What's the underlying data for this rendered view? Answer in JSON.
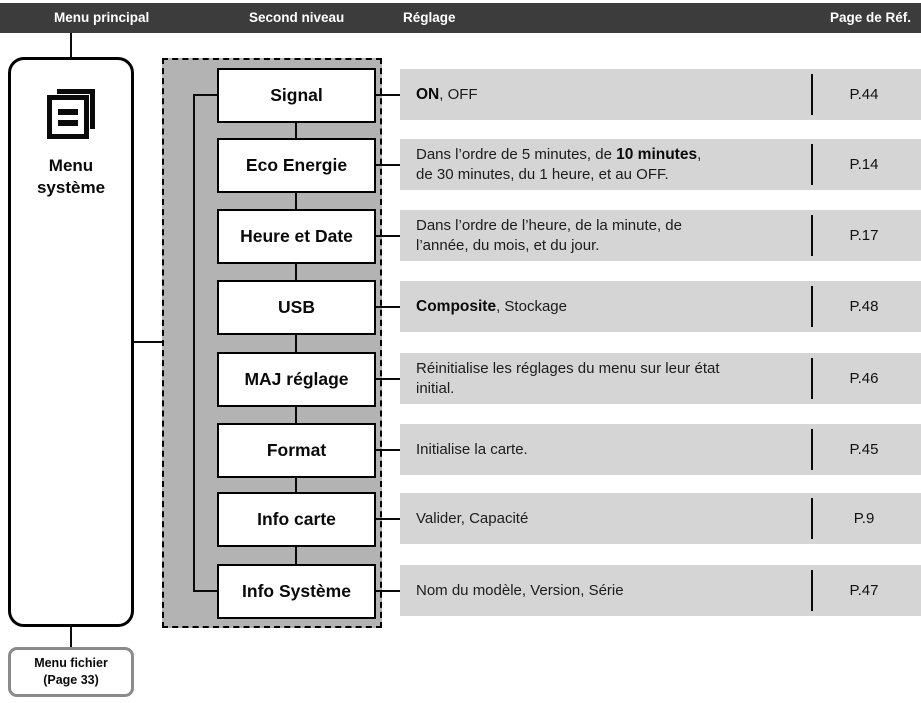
{
  "header": {
    "columns": [
      {
        "label": "Menu principal"
      },
      {
        "label": "Second niveau"
      },
      {
        "label": "Réglage"
      },
      {
        "label": "Page de Réf."
      }
    ]
  },
  "colors": {
    "header_bg": "#3c3c3c",
    "header_text": "#ffffff",
    "panel_gray": "#b3b3b3",
    "band_gray": "#d5d5d5",
    "file_box_border": "#8a8a8a"
  },
  "main_menu": {
    "icon": "stacked-pages-menu-icon",
    "label": "Menu\nsystème"
  },
  "footer_box": {
    "label": "Menu fichier\n(Page 33)"
  },
  "rows": [
    {
      "item": "Signal",
      "desc": [
        {
          "text": "ON",
          "bold": true
        },
        {
          "text": ", OFF",
          "bold": false
        }
      ],
      "page": "P.44"
    },
    {
      "item": "Eco Energie",
      "desc": [
        {
          "text": "Dans l’ordre de 5 minutes, de ",
          "bold": false
        },
        {
          "text": "10 minutes",
          "bold": true
        },
        {
          "text": ",\nde 30 minutes, du 1 heure, et au OFF.",
          "bold": false
        }
      ],
      "page": "P.14"
    },
    {
      "item": "Heure et Date",
      "desc": [
        {
          "text": "Dans l’ordre de l’heure, de la minute, de\nl’année, du mois, et du jour.",
          "bold": false
        }
      ],
      "page": "P.17"
    },
    {
      "item": "USB",
      "desc": [
        {
          "text": "Composite",
          "bold": true
        },
        {
          "text": ", Stockage",
          "bold": false
        }
      ],
      "page": "P.48"
    },
    {
      "item": "MAJ réglage",
      "desc": [
        {
          "text": "Réinitialise les réglages du menu sur leur état\ninitial.",
          "bold": false
        }
      ],
      "page": "P.46"
    },
    {
      "item": "Format",
      "desc": [
        {
          "text": "Initialise la carte.",
          "bold": false
        }
      ],
      "page": "P.45"
    },
    {
      "item": "Info carte",
      "desc": [
        {
          "text": "Valider, Capacité",
          "bold": false
        }
      ],
      "page": "P.9"
    },
    {
      "item": "Info Système",
      "desc": [
        {
          "text": "Nom du modèle, Version, Série",
          "bold": false
        }
      ],
      "page": "P.47"
    }
  ]
}
